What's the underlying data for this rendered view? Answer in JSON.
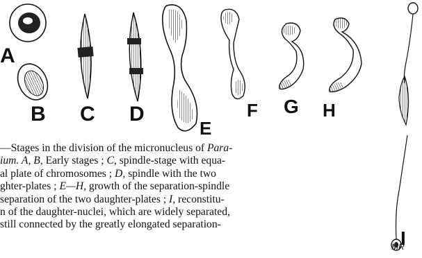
{
  "figure": {
    "labels": {
      "A": "A",
      "B": "B",
      "C": "C",
      "D": "D",
      "E": "E",
      "F": "F",
      "G": "G",
      "H": "H",
      "I": "I"
    },
    "initials": "MR"
  },
  "caption": {
    "line1_a": "—Stages in the division of the micronucleus of ",
    "line1_b": "Para-",
    "line2_a": "ium.",
    "line2_b": "  A, B,",
    "line2_c": " Early stages ; ",
    "line2_d": "C,",
    "line2_e": " spindle-stage with equa-",
    "line3_a": "al plate of chromosomes ; ",
    "line3_b": "D,",
    "line3_c": " spindle with the two",
    "line4_a": "ghter-plates ; ",
    "line4_b": "E—H,",
    "line4_c": " growth of the separation-spindle",
    "line5": " separation of the two daughter-plates ; ",
    "line5_b": "I,",
    "line5_c": " reconstitu-",
    "line6": "n of the daughter-nuclei, which are widely separated,",
    "line7": " still connected by the greatly elongated separation-"
  },
  "colors": {
    "ink": "#111111",
    "paper": "#ffffff"
  }
}
